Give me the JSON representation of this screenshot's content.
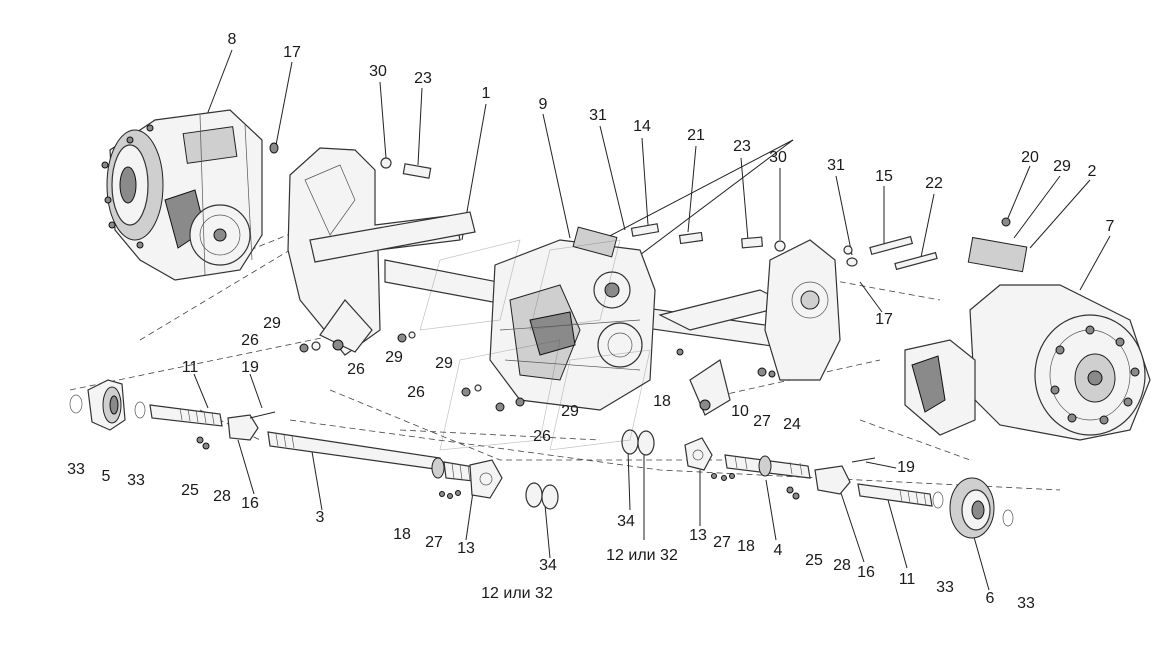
{
  "labels": [
    {
      "id": "l8",
      "text": "8"
    },
    {
      "id": "l17a",
      "text": "17"
    },
    {
      "id": "l30a",
      "text": "30"
    },
    {
      "id": "l23a",
      "text": "23"
    },
    {
      "id": "l1",
      "text": "1"
    },
    {
      "id": "l9",
      "text": "9"
    },
    {
      "id": "l31a",
      "text": "31"
    },
    {
      "id": "l14",
      "text": "14"
    },
    {
      "id": "l21",
      "text": "21"
    },
    {
      "id": "l23b",
      "text": "23"
    },
    {
      "id": "l30b",
      "text": "30"
    },
    {
      "id": "l31b",
      "text": "31"
    },
    {
      "id": "l15",
      "text": "15"
    },
    {
      "id": "l22",
      "text": "22"
    },
    {
      "id": "l20",
      "text": "20"
    },
    {
      "id": "l29a",
      "text": "29"
    },
    {
      "id": "l2",
      "text": "2"
    },
    {
      "id": "l7",
      "text": "7"
    },
    {
      "id": "l17b",
      "text": "17"
    },
    {
      "id": "l29b",
      "text": "29"
    },
    {
      "id": "l26a",
      "text": "26"
    },
    {
      "id": "l29c",
      "text": "29"
    },
    {
      "id": "l26b",
      "text": "26"
    },
    {
      "id": "l29d",
      "text": "29"
    },
    {
      "id": "l26c",
      "text": "26"
    },
    {
      "id": "l29e",
      "text": "29"
    },
    {
      "id": "l18a",
      "text": "18"
    },
    {
      "id": "l10",
      "text": "10"
    },
    {
      "id": "l27a",
      "text": "27"
    },
    {
      "id": "l24",
      "text": "24"
    },
    {
      "id": "l26d",
      "text": "26"
    },
    {
      "id": "l11a",
      "text": "11"
    },
    {
      "id": "l19a",
      "text": "19"
    },
    {
      "id": "l33a",
      "text": "33"
    },
    {
      "id": "l5",
      "text": "5"
    },
    {
      "id": "l33b",
      "text": "33"
    },
    {
      "id": "l25a",
      "text": "25"
    },
    {
      "id": "l28a",
      "text": "28"
    },
    {
      "id": "l16a",
      "text": "16"
    },
    {
      "id": "l3",
      "text": "3"
    },
    {
      "id": "l18b",
      "text": "18"
    },
    {
      "id": "l27b",
      "text": "27"
    },
    {
      "id": "l13a",
      "text": "13"
    },
    {
      "id": "l34a",
      "text": "34"
    },
    {
      "id": "l12a",
      "text": "12 или 32"
    },
    {
      "id": "l34b",
      "text": "34"
    },
    {
      "id": "l12b",
      "text": "12 или 32"
    },
    {
      "id": "l13b",
      "text": "13"
    },
    {
      "id": "l27c",
      "text": "27"
    },
    {
      "id": "l18c",
      "text": "18"
    },
    {
      "id": "l4",
      "text": "4"
    },
    {
      "id": "l25b",
      "text": "25"
    },
    {
      "id": "l28b",
      "text": "28"
    },
    {
      "id": "l16b",
      "text": "16"
    },
    {
      "id": "l11b",
      "text": "11"
    },
    {
      "id": "l19b",
      "text": "19"
    },
    {
      "id": "l33c",
      "text": "33"
    },
    {
      "id": "l6",
      "text": "6"
    },
    {
      "id": "l33d",
      "text": "33"
    }
  ]
}
